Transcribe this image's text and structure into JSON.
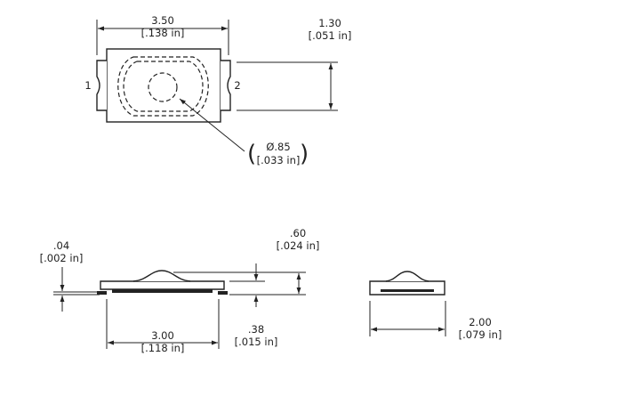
{
  "top_view": {
    "width_dim": {
      "mm": "3.50",
      "in": "[.138 in]"
    },
    "height_dim": {
      "mm": "1.30",
      "in": "[.051 in]"
    },
    "diameter_dim": {
      "mm": "Ø.85",
      "in": "[.033 in]"
    },
    "pin_1_label": "1",
    "pin_2_label": "2"
  },
  "side_view": {
    "thickness_dim": {
      "mm": ".04",
      "in": "[.002 in]"
    },
    "total_height_dim": {
      "mm": ".60",
      "in": "[.024 in]"
    },
    "base_height_dim": {
      "mm": ".38",
      "in": "[.015 in]"
    },
    "length_dim": {
      "mm": "3.00",
      "in": "[.118 in]"
    }
  },
  "end_view": {
    "width_dim": {
      "mm": "2.00",
      "in": "[.079 in]"
    }
  }
}
